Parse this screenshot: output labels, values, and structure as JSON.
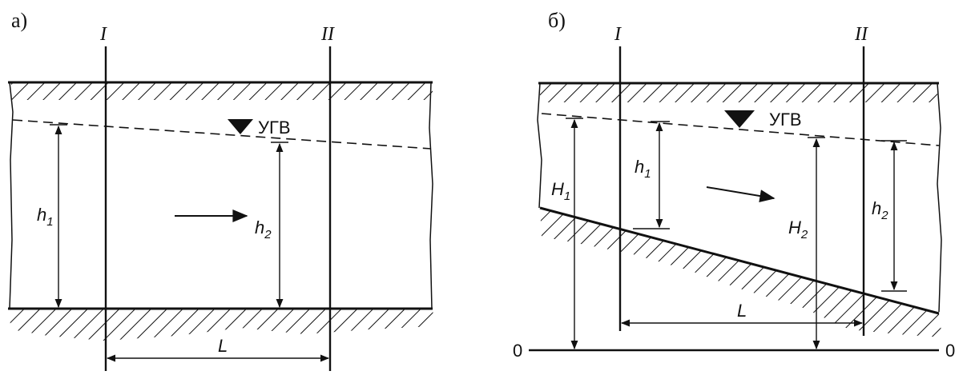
{
  "panel_a": {
    "label": "а)",
    "section_1": "I",
    "section_2": "II",
    "water_table": "УГВ",
    "depth_1": "h",
    "depth_1_sub": "1",
    "depth_2": "h",
    "depth_2_sub": "2",
    "distance": "L"
  },
  "panel_b": {
    "label": "б)",
    "section_1": "I",
    "section_2": "II",
    "water_table": "УГВ",
    "depth_1": "h",
    "depth_1_sub": "1",
    "depth_2": "h",
    "depth_2_sub": "2",
    "head_1": "H",
    "head_1_sub": "1",
    "head_2": "H",
    "head_2_sub": "2",
    "distance": "L",
    "datum_left": "0",
    "datum_right": "0"
  },
  "colors": {
    "ink": "#111111",
    "background": "#ffffff"
  }
}
